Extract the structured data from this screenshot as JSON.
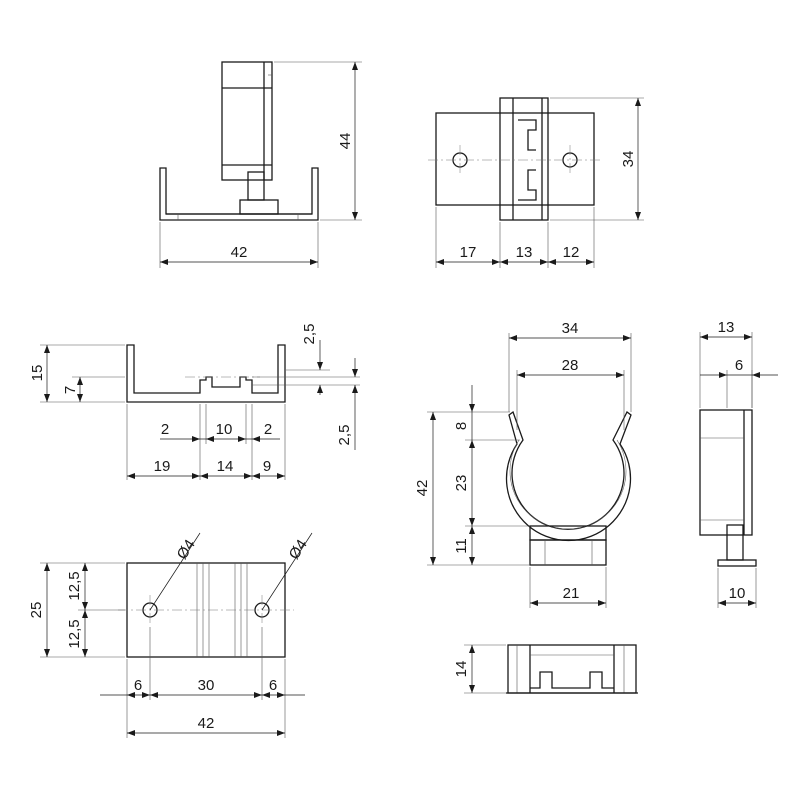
{
  "drawing": {
    "view_side": {
      "width": "42",
      "height": "44"
    },
    "view_top": {
      "left": "17",
      "middle": "13",
      "right": "12",
      "height": "34"
    },
    "view_rail_profile": {
      "height_total": "15",
      "height_floor": "7",
      "wall_top": "2,5",
      "wall_bottom": "2,5",
      "slot_left": "2",
      "slot_gap": "10",
      "slot_right": "2",
      "span_left": "19",
      "span_middle": "14",
      "span_right": "9"
    },
    "view_base_plate": {
      "hole_diameter_left": "Ø4",
      "hole_diameter_right": "Ø4",
      "height": "25",
      "half_upper": "12,5",
      "half_lower": "12,5",
      "edge_left": "6",
      "hole_spacing": "30",
      "edge_right": "6",
      "width": "42"
    },
    "view_clip_front": {
      "outer_width": "34",
      "inner_width": "28",
      "lip_height": "8",
      "total_height": "42",
      "ring_height": "23",
      "foot_height": "11",
      "foot_width": "21"
    },
    "view_clip_side": {
      "top_width": "13",
      "offset": "6",
      "foot_width": "10"
    },
    "view_clip_bottom": {
      "height": "14"
    }
  }
}
